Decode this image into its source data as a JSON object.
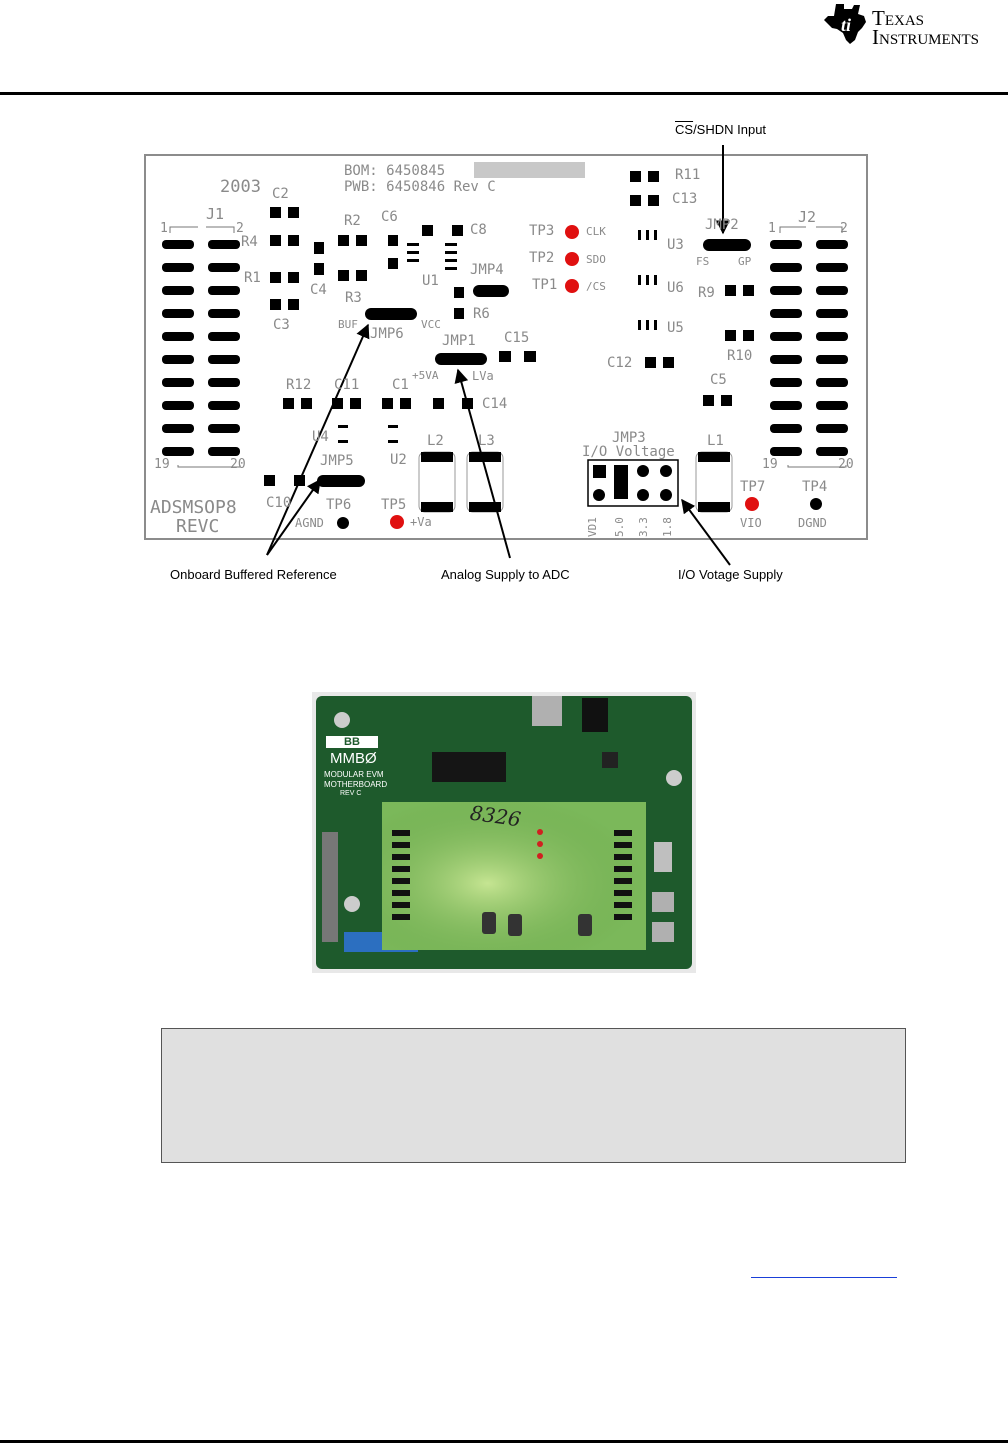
{
  "header": {
    "brand_line1": "Texas",
    "brand_line2": "Instruments"
  },
  "callouts": {
    "cs_overline": "CS",
    "cs_rest": "/SHDN Input",
    "buffered_ref": "Onboard Buffered Reference",
    "analog_supply": "Analog Supply to ADC",
    "io_supply": "I/O Votage Supply"
  },
  "board": {
    "year": "2003",
    "bom": "BOM: 6450845",
    "pwb": "PWB: 6450846 Rev C",
    "name_line1": "ADSMSOP8",
    "name_line2": "REVC",
    "j1": "J1",
    "j2": "J2",
    "pin1": "1",
    "pin2": "2",
    "pin19": "19",
    "pin20": "20",
    "c2": "C2",
    "r4": "R4",
    "r1": "R1",
    "c3": "C3",
    "c4": "C4",
    "r2": "R2",
    "c6": "C6",
    "c8": "C8",
    "r3": "R3",
    "u1": "U1",
    "jmp4": "JMP4",
    "r6": "R6",
    "buf": "BUF",
    "jmp6": "JMP6",
    "vcc": "VCC",
    "jmp1": "JMP1",
    "c15": "C15",
    "plus5va": "+5VA",
    "lva": "LVa",
    "r12": "R12",
    "c11": "C11",
    "c1": "C1",
    "c14": "C14",
    "u4": "U4",
    "u2": "U2",
    "c10": "C10",
    "jmp5": "JMP5",
    "tp6": "TP6",
    "agnd": "AGND",
    "tp5": "TP5",
    "plusva": "+Va",
    "l2": "L2",
    "l3": "L3",
    "tp3": "TP3",
    "clk": "CLK",
    "tp2": "TP2",
    "sdo": "SDO",
    "tp1": "TP1",
    "cs": "/CS",
    "r11": "R11",
    "c13": "C13",
    "jmp2": "JMP2",
    "fs": "FS",
    "gp": "GP",
    "u3": "U3",
    "u6": "U6",
    "u5": "U5",
    "r9": "R9",
    "r10": "R10",
    "c12": "C12",
    "c5": "C5",
    "jmp3": "JMP3",
    "io_voltage": "I/O Voltage",
    "vd1": "VD1",
    "v50": "5.0",
    "v33": "3.3",
    "v18": "1.8",
    "l1": "L1",
    "tp7": "TP7",
    "vio": "VIO",
    "tp4": "TP4",
    "dgnd": "DGND"
  },
  "photo": {
    "logo": "BB",
    "title": "MMBØ",
    "line1": "MODULAR EVM",
    "line2": "MOTHERBOARD",
    "line3": "REV C",
    "handwritten": "8326"
  }
}
